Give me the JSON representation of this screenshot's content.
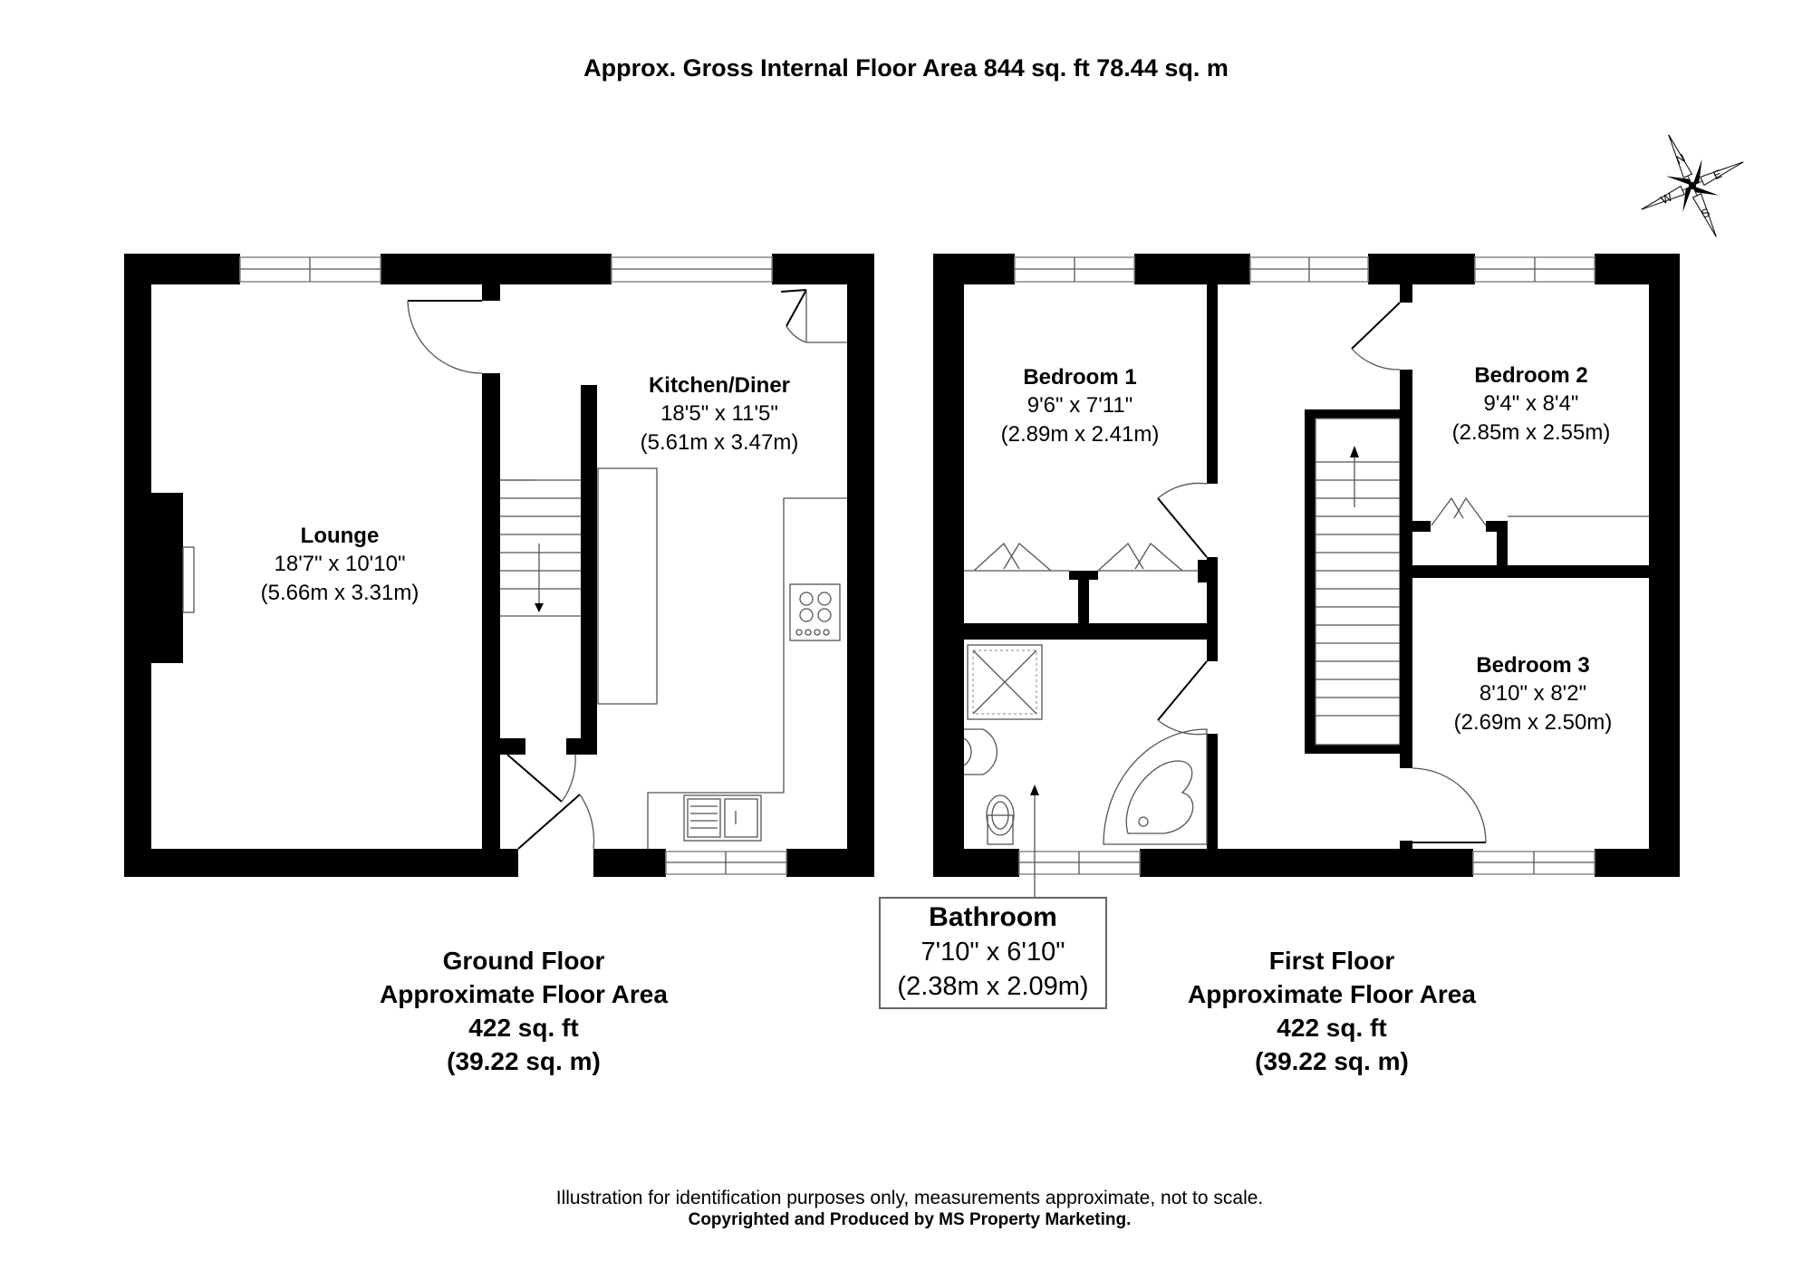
{
  "header": {
    "title": "Approx. Gross Internal Floor Area 844 sq. ft 78.44 sq. m"
  },
  "compass": {
    "n": "N",
    "e": "E",
    "s": "S",
    "w": "W"
  },
  "ground_floor": {
    "rooms": {
      "lounge": {
        "name": "Lounge",
        "dim_imperial": "18'7\" x 10'10\"",
        "dim_metric": "(5.66m x 3.31m)"
      },
      "kitchen": {
        "name": "Kitchen/Diner",
        "dim_imperial": "18'5\" x 11'5\"",
        "dim_metric": "(5.61m x 3.47m)"
      }
    },
    "label": {
      "line1": "Ground Floor",
      "line2": "Approximate Floor Area",
      "line3": "422 sq. ft",
      "line4": "(39.22 sq. m)"
    }
  },
  "first_floor": {
    "rooms": {
      "bedroom1": {
        "name": "Bedroom 1",
        "dim_imperial": "9'6\" x 7'11\"",
        "dim_metric": "(2.89m x 2.41m)"
      },
      "bedroom2": {
        "name": "Bedroom 2",
        "dim_imperial": "9'4\" x 8'4\"",
        "dim_metric": "(2.85m x 2.55m)"
      },
      "bedroom3": {
        "name": "Bedroom 3",
        "dim_imperial": "8'10\" x 8'2\"",
        "dim_metric": "(2.69m x 2.50m)"
      },
      "bathroom": {
        "name": "Bathroom",
        "dim_imperial": "7'10\" x 6'10\"",
        "dim_metric": "(2.38m x 2.09m)"
      }
    },
    "label": {
      "line1": "First Floor",
      "line2": "Approximate Floor Area",
      "line3": "422 sq. ft",
      "line4": "(39.22 sq. m)"
    }
  },
  "footer": {
    "disclaimer": "Illustration for identification purposes only, measurements approximate, not to scale.",
    "copyright": "Copyrighted  and Produced by MS Property Marketing."
  }
}
